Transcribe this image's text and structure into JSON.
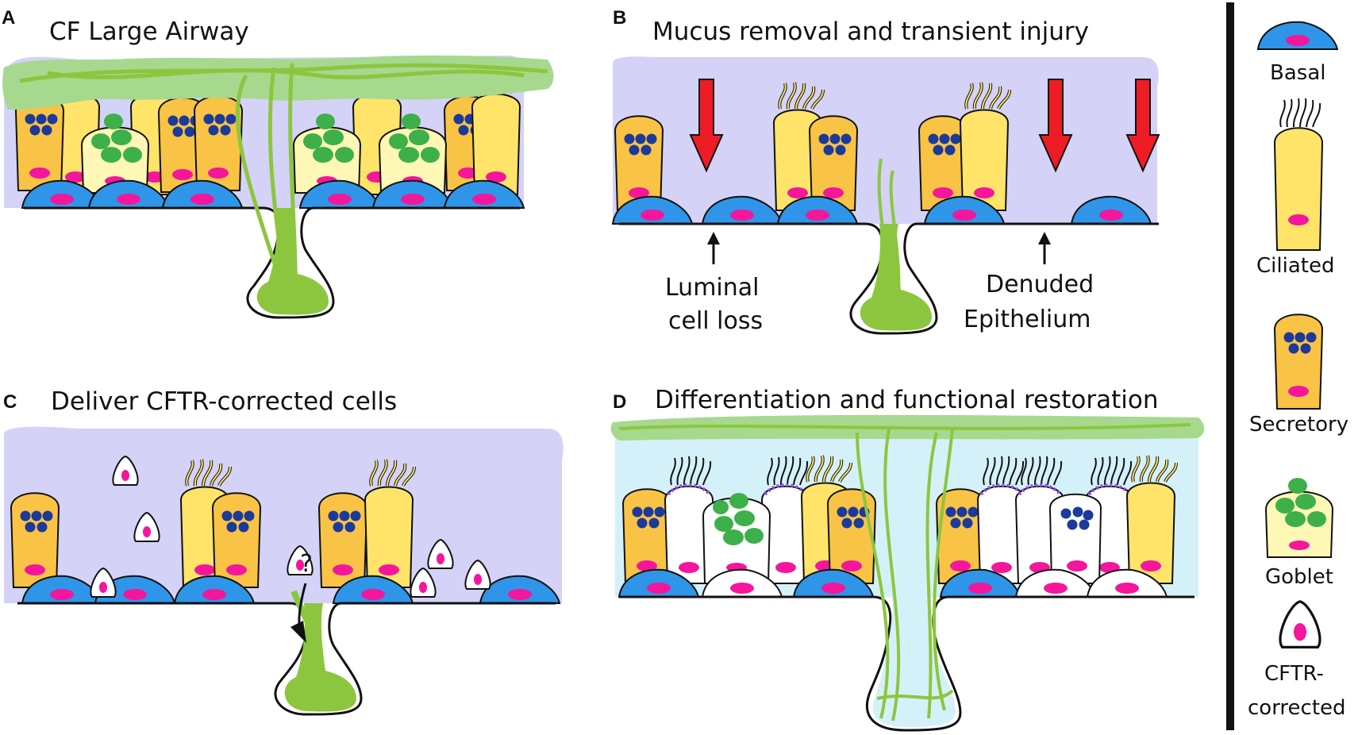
{
  "panels": [
    {
      "letter": "A",
      "title": "CF Large Airway"
    },
    {
      "letter": "B",
      "title": "Mucus removal and transient injury"
    },
    {
      "letter": "C",
      "title": "Deliver CFTR-corrected cells"
    },
    {
      "letter": "D",
      "title": "Differentiation and functional restoration"
    }
  ],
  "annotations": {
    "luminal_loss": [
      "Luminal",
      "cell loss"
    ],
    "denuded": [
      "Denuded",
      "Epithelium"
    ],
    "question": "?"
  },
  "legend": {
    "basal": "Basal",
    "ciliated": "Ciliated",
    "secretory": "Secretory",
    "goblet": "Goblet",
    "cftr": [
      "CFTR-",
      "corrected"
    ]
  },
  "colors": {
    "lumen": "#d4d2f7",
    "lumen_restored": "#d4f1f9",
    "mucus": "#a6d98e",
    "mucus_strand": "#8cc63f",
    "gland": "#8cc63f",
    "basal": "#2f95e8",
    "ciliated": "#ffe469",
    "secretory": "#f9c346",
    "goblet": "#fff7b5",
    "granule": "#3db049",
    "nucleus": "#f4169b",
    "secretory_granule": "#1c3a99",
    "arrow_red": "#ee1c25",
    "corrected": "#ffffff",
    "cftr_channel": "#8f4fe0"
  }
}
